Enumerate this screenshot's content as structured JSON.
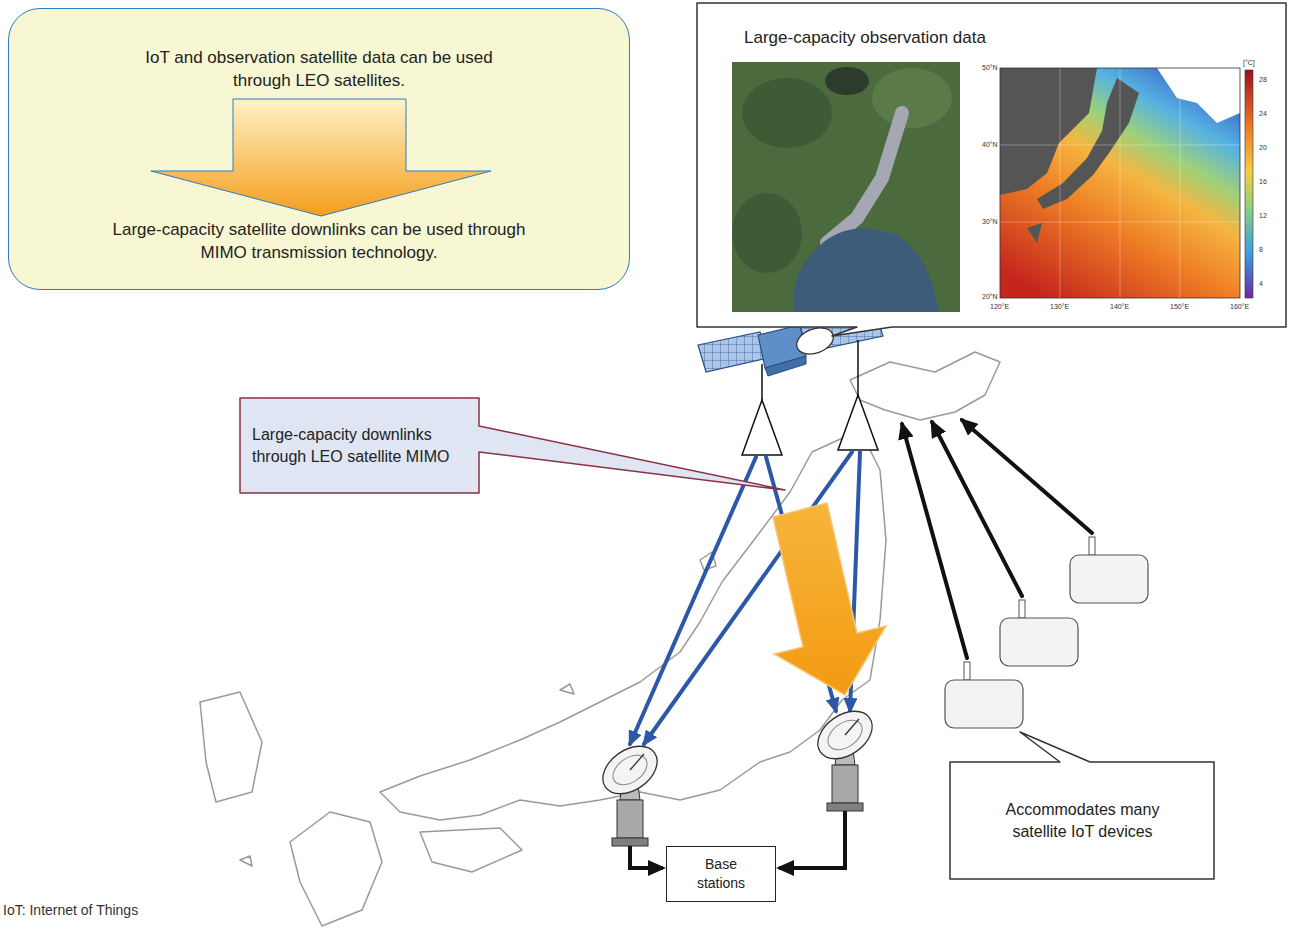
{
  "diagram": {
    "nodes": [
      {
        "text": [
          "IoT and observation satellite data can be used through LEO satellites.",
          "Large-capacity satellite downlinks can be used through MIMO transmission technology."
        ]
      },
      {
        "text": [
          "Large-capacity observation data"
        ]
      },
      {
        "text": [
          "Large-capacity downlinks through LEO satellite MIMO"
        ]
      },
      {
        "text": [
          "Accommodates many satellite IoT devices"
        ]
      },
      {
        "text": [
          "Base stations"
        ]
      }
    ],
    "labels": [
      "50°N",
      "40°N",
      "30°N",
      "20°N",
      "120°E",
      "130°E",
      "140°E",
      "150°E",
      "160°E",
      "[°C]",
      "28",
      "24",
      "20",
      "16",
      "12",
      "8",
      "4",
      "IoT: Internet of Things"
    ]
  }
}
